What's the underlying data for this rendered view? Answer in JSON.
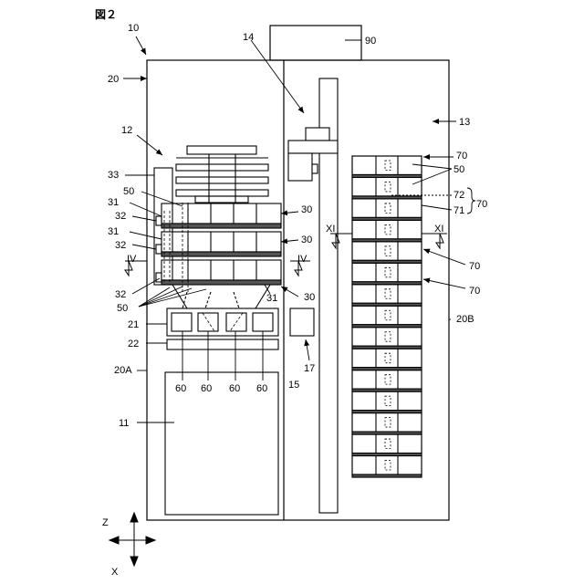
{
  "figure": {
    "title": "図２"
  },
  "labels": {
    "l10": "10",
    "l20": "20",
    "l90": "90",
    "l14": "14",
    "l13": "13",
    "l12": "12",
    "l33": "33",
    "l50a": "50",
    "l50b": "50",
    "l50c": "50",
    "l31a": "31",
    "l31b": "31",
    "l31c": "31",
    "l71": "71",
    "l32a": "32",
    "l32b": "32",
    "l32c": "32",
    "l30a": "30",
    "l30b": "30",
    "l30c": "30",
    "l70a": "70",
    "l70b": "70",
    "l70c": "70",
    "l70d": "70",
    "l72": "72",
    "sec_iv_l": "IV",
    "sec_iv_r": "IV",
    "sec_xi_l": "XI",
    "sec_xi_r": "XI",
    "l21": "21",
    "l22": "22",
    "l20a": "20A",
    "l20b": "20B",
    "l60a": "60",
    "l60b": "60",
    "l60c": "60",
    "l60d": "60",
    "l11": "11",
    "l15": "15",
    "l17": "17",
    "axis_z": "Z",
    "axis_x": "X"
  }
}
